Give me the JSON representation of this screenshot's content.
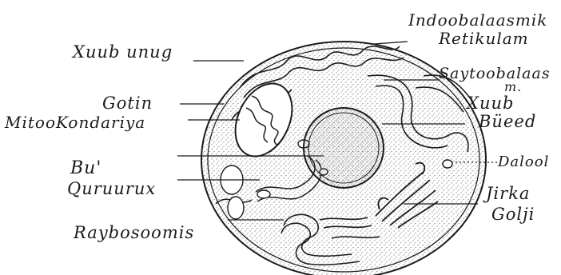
{
  "diagram": {
    "labels": {
      "indoobalaasmik": "Indoobalaasmik",
      "retikulam": "Retikulam",
      "saytoobalaas_1": "Saytoobalaas",
      "saytoobalaas_2": "m.",
      "xuub_bueed_1": "Xuub",
      "xuub_bueed_2": "Büeed",
      "dalool": "Dalool",
      "jirka": "Jirka",
      "golji": "Golji",
      "xuub_unug": "Xuub unug",
      "gotin": "Gotin",
      "mitookondariya": "MitooKondariya",
      "bu": "Bu'",
      "quruurux": "Quruurux",
      "raybosoomis": "Raybosoomis"
    },
    "colors": {
      "ink": "#1b1b1b",
      "paper": "#ffffff"
    }
  }
}
